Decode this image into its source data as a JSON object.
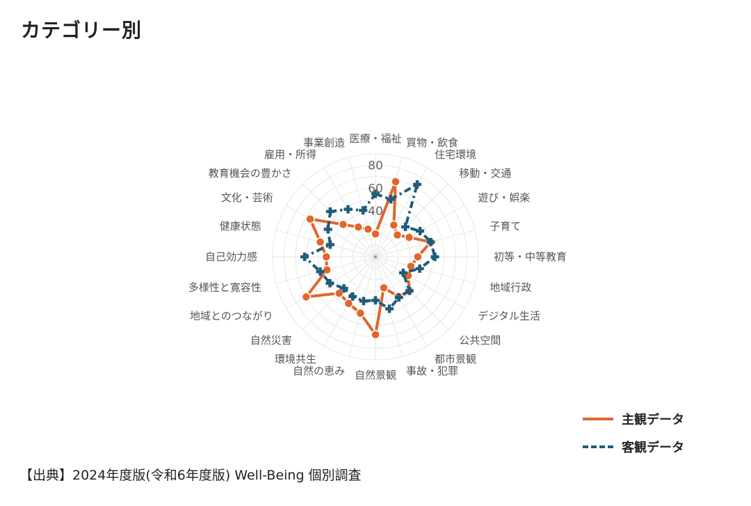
{
  "page": {
    "title": "カテゴリー別",
    "source": "【出典】2024年度版(令和6年度版) Well-Being 個別調査"
  },
  "chart_data": {
    "type": "radar",
    "title": "",
    "categories": [
      "医療・福祉",
      "買物・飲食",
      "住宅環境",
      "移動・交通",
      "遊び・娯楽",
      "子育て",
      "初等・中等教育",
      "地域行政",
      "デジタル生活",
      "公共空間",
      "都市景観",
      "事故・犯罪",
      "自然景観",
      "自然の恵み",
      "環境共生",
      "自然災害",
      "地域とのつながり",
      "多様性と寛容性",
      "自己効力感",
      "健康状態",
      "文化・芸術",
      "教育機会の豊かさ",
      "雇用・所得",
      "事業創造"
    ],
    "rlim": [
      0,
      90
    ],
    "ticks": [
      40,
      60,
      80
    ],
    "tick_labels": [
      "40",
      "60",
      "80"
    ],
    "grid": true,
    "legend_position": "bottom-right",
    "series": [
      {
        "name": "主観データ",
        "color": "#e0662a",
        "style": "solid",
        "marker": "circle",
        "values": [
          20,
          68,
          32,
          27,
          34,
          50,
          37,
          32,
          33,
          42,
          40,
          28,
          68,
          51,
          47,
          45,
          70,
          44,
          43,
          50,
          66,
          40,
          30,
          25
        ]
      },
      {
        "name": "客観データ",
        "color": "#1f5c7a",
        "style": "dashdot",
        "marker": "plus",
        "values": [
          55,
          52,
          73,
          37,
          45,
          50,
          52,
          40,
          28,
          42,
          41,
          47,
          38,
          40,
          40,
          39,
          46,
          50,
          62,
          41,
          48,
          56,
          48,
          42
        ]
      }
    ]
  }
}
